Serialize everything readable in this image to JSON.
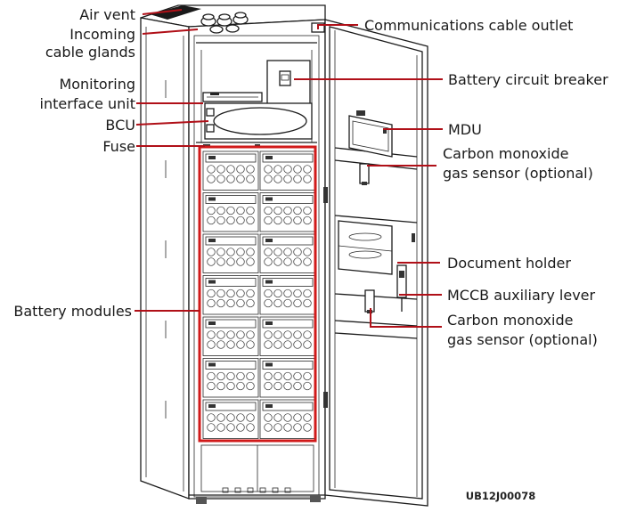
{
  "figure": {
    "code": "UB12J00078",
    "colors": {
      "leader": "#b01018",
      "highlight_box": "#d11a1a",
      "line_art": "#1c1c1c"
    },
    "labels": {
      "air_vent": "Air vent",
      "incoming_1": "Incoming",
      "incoming_2": "cable glands",
      "monitoring_1": "Monitoring",
      "monitoring_2": "interface unit",
      "bcu": "BCU",
      "fuse": "Fuse",
      "battery_modules": "Battery modules",
      "comm_outlet": "Communications cable outlet",
      "breaker": "Battery circuit breaker",
      "mdu": "MDU",
      "co_top_1": "Carbon monoxide",
      "co_top_2": "gas sensor (optional)",
      "doc_holder": "Document holder",
      "mccb": "MCCB auxiliary lever",
      "co_bot_1": "Carbon monoxide",
      "co_bot_2": "gas sensor (optional)"
    }
  }
}
